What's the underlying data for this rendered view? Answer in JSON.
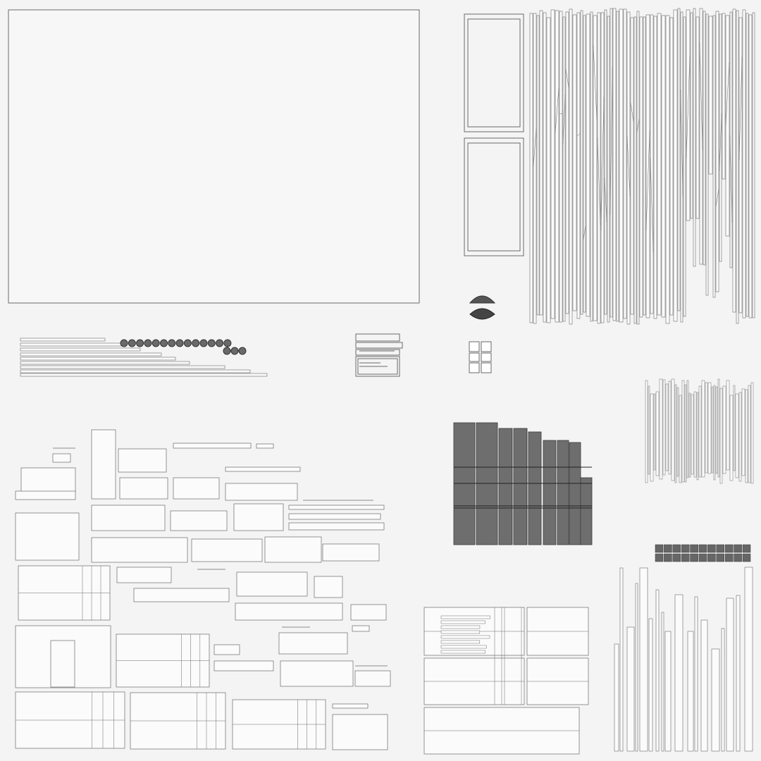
{
  "image": {
    "description_kind": "uv-layout-wireframe",
    "colors": {
      "background": "#f4f4f4",
      "stroke": "#6a6a6a",
      "dense_fill": "#5a5a5a",
      "panel_fill": "#ffffff"
    }
  },
  "groups": [
    {
      "id": "large-panel",
      "label": ""
    },
    {
      "id": "door-panels",
      "label": ""
    },
    {
      "id": "slat-cluster-top-right",
      "label": ""
    },
    {
      "id": "long-strips-with-rings",
      "label": ""
    },
    {
      "id": "small-label-block",
      "label": ""
    },
    {
      "id": "dark-mesh-patches",
      "label": ""
    },
    {
      "id": "small-tiles",
      "label": ""
    },
    {
      "id": "dense-grid-block",
      "label": ""
    },
    {
      "id": "slat-cluster-mid-right",
      "label": ""
    },
    {
      "id": "scattered-parts-bottom-left",
      "label": ""
    },
    {
      "id": "panel-stack-bottom-center",
      "label": ""
    },
    {
      "id": "thin-columns-bottom-right",
      "label": ""
    }
  ]
}
